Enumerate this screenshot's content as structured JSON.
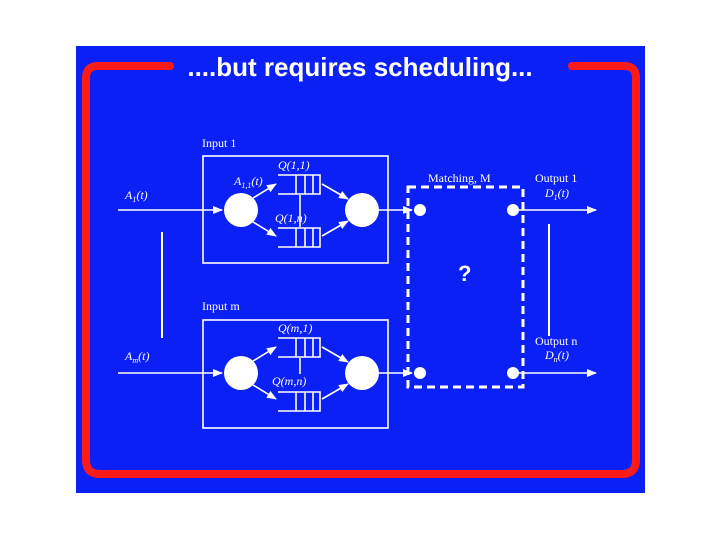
{
  "title": "....but requires scheduling...",
  "colors": {
    "background": "#0b20f5",
    "frame": "#ff1a1a",
    "foreground": "#ffffff"
  },
  "diagram": {
    "input_top_label": "Input 1",
    "input_bottom_label": "Input m",
    "arrival_top": "A",
    "arrival_top_sub": "1",
    "arrival_top_arg": "(t)",
    "arrival_bottom": "A",
    "arrival_bottom_sub": "m",
    "arrival_bottom_arg": "(t)",
    "split_label": "A",
    "split_label_sub": "1,1",
    "split_label_arg": "(t)",
    "queue_top_1": "Q(1,1)",
    "queue_top_n": "Q(1,n)",
    "queue_bottom_1": "Q(m,1)",
    "queue_bottom_n": "Q(m,n)",
    "matching_label": "Matching, M",
    "unknown_mark": "?",
    "output_top_label": "Output 1",
    "output_top_dep": "D",
    "output_top_dep_sub": "1",
    "output_top_dep_arg": "(t)",
    "output_bottom_label": "Output n",
    "output_bottom_dep": "D",
    "output_bottom_dep_sub": "n",
    "output_bottom_dep_arg": "(t)"
  }
}
